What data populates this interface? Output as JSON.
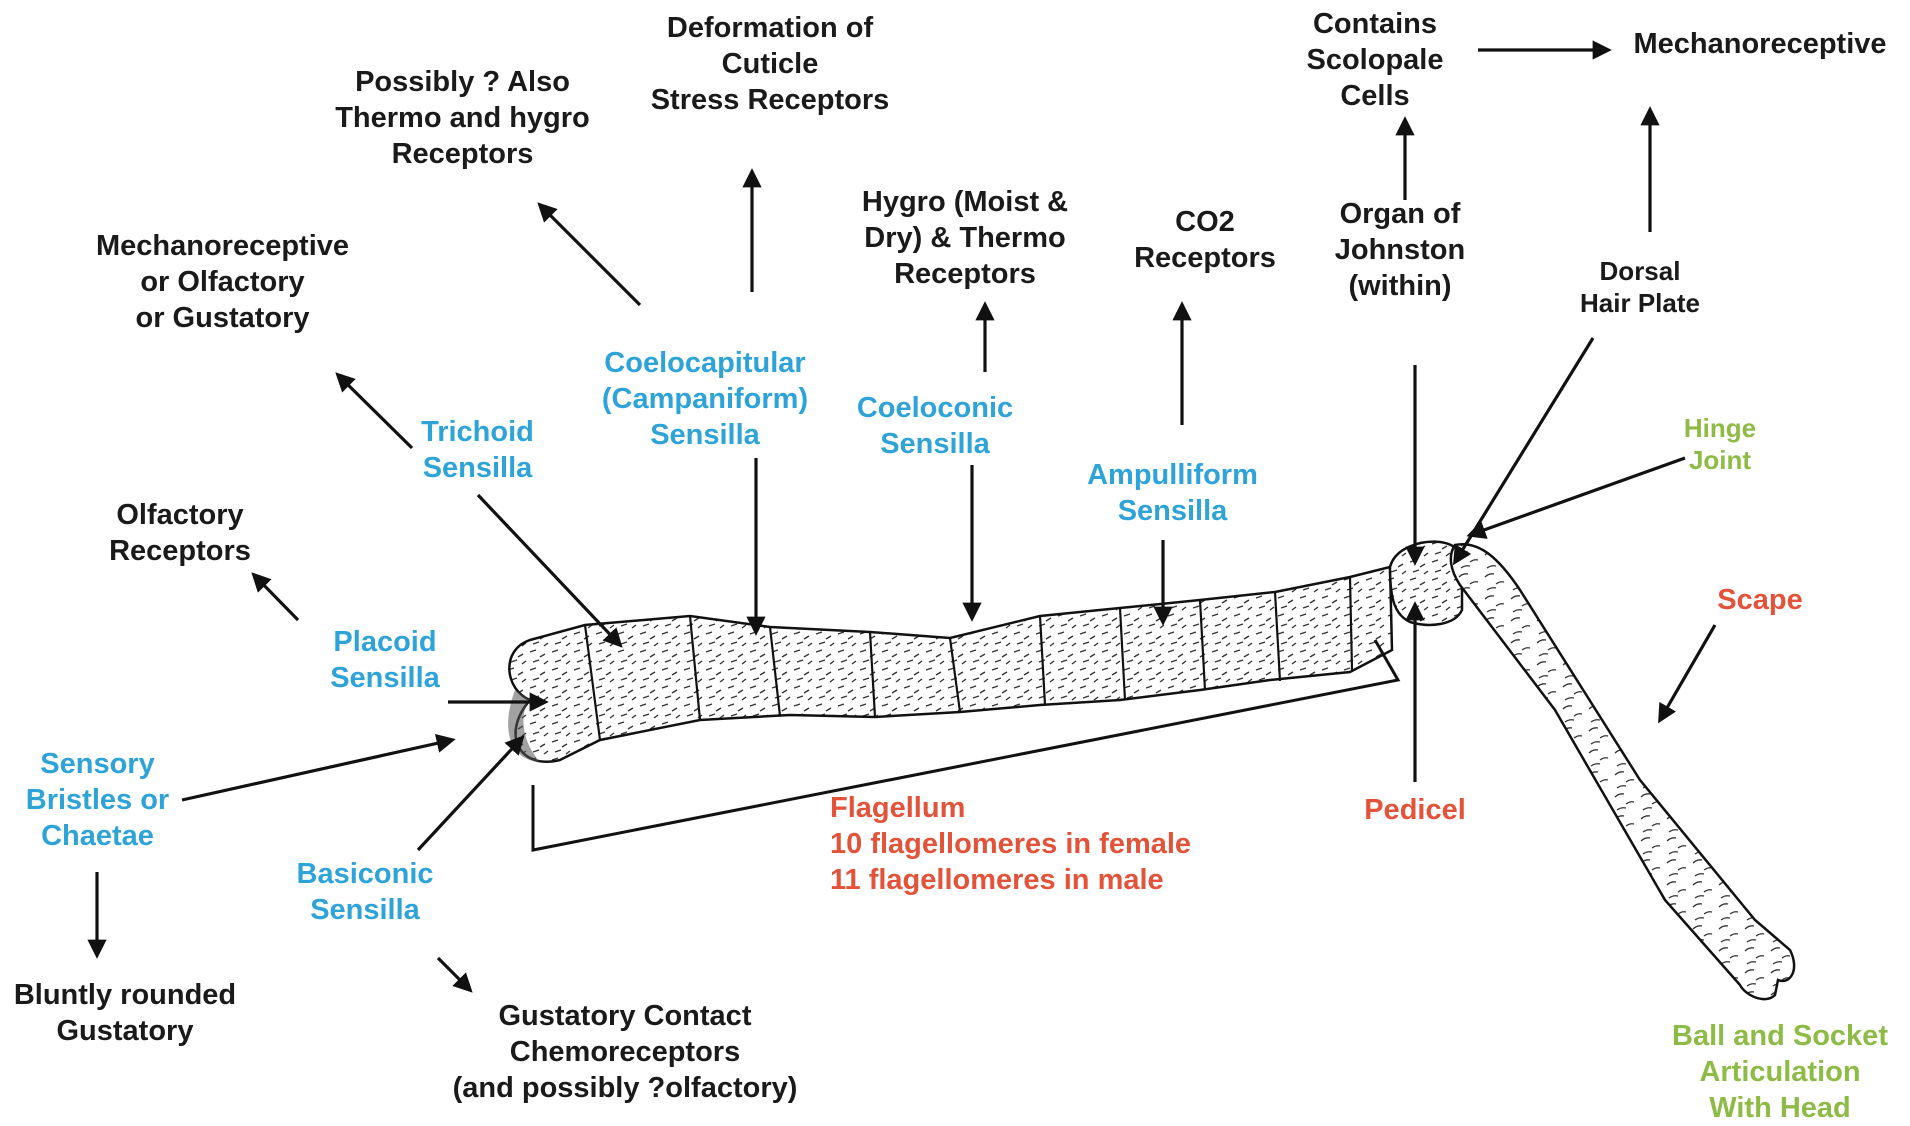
{
  "functions": {
    "possibly_thermo_hygro": "Possibly ? Also\nThermo and hygro\nReceptors",
    "deformation": "Deformation of\nCuticle\nStress Receptors",
    "hygro_thermo": "Hygro (Moist &\nDry) & Thermo\nReceptors",
    "co2": "CO2\nReceptors",
    "contains_scolopale": "Contains\nScolopale\nCells",
    "mechanoreceptive": "Mechanoreceptive",
    "mech_olf_gust": "Mechanoreceptive\nor Olfactory\nor Gustatory",
    "olfactory_receptors": "Olfactory\nReceptors",
    "bluntly_rounded": "Bluntly rounded\nGustatory",
    "gustatory_contact": "Gustatory Contact\nChemoreceptors\n(and possibly ?olfactory)"
  },
  "sensilla": {
    "trichoid": "Trichoid\nSensilla",
    "coelocapitular": "Coelocapitular\n(Campaniform)\nSensilla",
    "coeloconic": "Coeloconic\nSensilla",
    "ampulliform": "Ampulliform\nSensilla",
    "placoid": "Placoid\nSensilla",
    "sensory_bristles": "Sensory\nBristles or\nChaetae",
    "basiconic": "Basiconic\nSensilla"
  },
  "structures": {
    "organ_of_johnston": "Organ of\nJohnston\n(within)",
    "dorsal_hair_plate": "Dorsal\nHair Plate",
    "flagellum": "Flagellum\n10 flagellomeres in female\n11 flagellomeres in male",
    "pedicel": "Pedicel",
    "scape": "Scape",
    "hinge_joint": "Hinge\nJoint",
    "ball_socket": "Ball and Socket\nArticulation\nWith Head"
  },
  "colors": {
    "sensilla": "#2ea3d8",
    "segments": "#e2533a",
    "joints": "#8dbb45",
    "text": "#1a1a1a"
  }
}
